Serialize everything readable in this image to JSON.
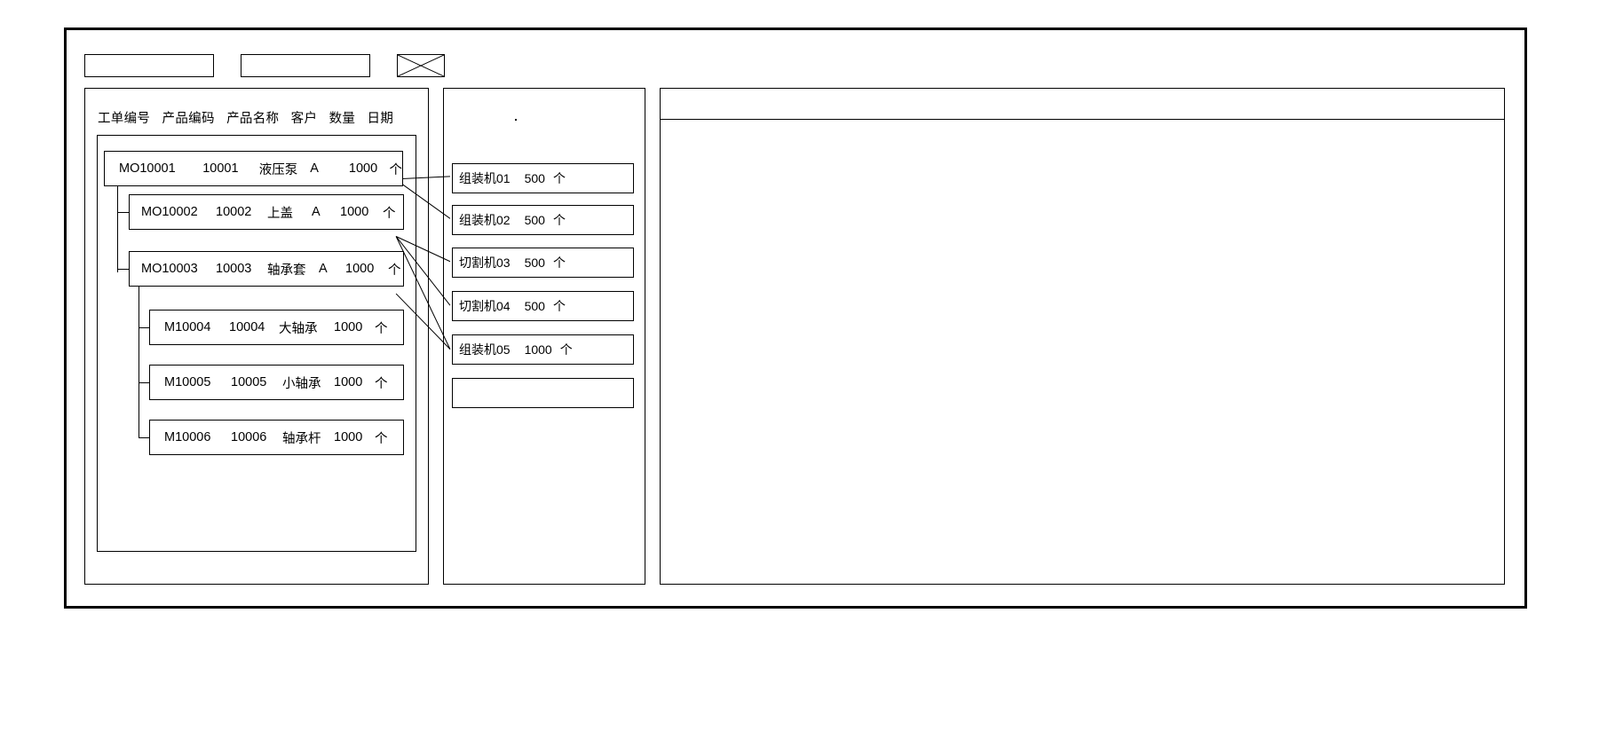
{
  "window": {
    "title": "",
    "frame": "outer-window"
  },
  "toolbar": {
    "fields": [
      {
        "name": "toolbar-field-1",
        "value": "",
        "placeholder": ""
      },
      {
        "name": "toolbar-field-2",
        "value": "",
        "placeholder": ""
      }
    ],
    "image_placeholder": {
      "icon": "crossed-box-image-placeholder",
      "label": ""
    }
  },
  "left_panel": {
    "title": "",
    "columns": [
      "工单编号",
      "产品编码",
      "产品名称",
      "客户",
      "数量",
      "日期"
    ],
    "rows": [
      {
        "order_no": "MO10001",
        "product_code": "10001",
        "product_name": "液压泵",
        "customer": "A",
        "qty": "1000",
        "unit": "个",
        "depth": 0
      },
      {
        "order_no": "MO10002",
        "product_code": "10002",
        "product_name": "上盖",
        "customer": "A",
        "qty": "1000",
        "unit": "个",
        "depth": 1
      },
      {
        "order_no": "MO10003",
        "product_code": "10003",
        "product_name": "轴承套",
        "customer": "A",
        "qty": "1000",
        "unit": "个",
        "depth": 1
      },
      {
        "order_no": "M10004",
        "product_code": "10004",
        "product_name": "大轴承",
        "customer": "",
        "qty": "1000",
        "unit": "个",
        "depth": 2
      },
      {
        "order_no": "M10005",
        "product_code": "10005",
        "product_name": "小轴承",
        "customer": "",
        "qty": "1000",
        "unit": "个",
        "depth": 2
      },
      {
        "order_no": "M10006",
        "product_code": "10006",
        "product_name": "轴承杆",
        "customer": "",
        "qty": "1000",
        "unit": "个",
        "depth": 2
      }
    ]
  },
  "mid_panel": {
    "title": "",
    "machines": [
      {
        "name": "组装机01",
        "qty": "500",
        "unit": "个"
      },
      {
        "name": "组装机02",
        "qty": "500",
        "unit": "个"
      },
      {
        "name": "切割机03",
        "qty": "500",
        "unit": "个"
      },
      {
        "name": "切割机04",
        "qty": "500",
        "unit": "个"
      },
      {
        "name": "组装机05",
        "qty": "1000",
        "unit": "个"
      },
      {
        "name": "",
        "qty": "",
        "unit": ""
      }
    ]
  },
  "right_panel": {
    "header": "",
    "body": ""
  },
  "colors": {
    "line": "#000000",
    "frame": "#000000",
    "background": "#ffffff"
  }
}
